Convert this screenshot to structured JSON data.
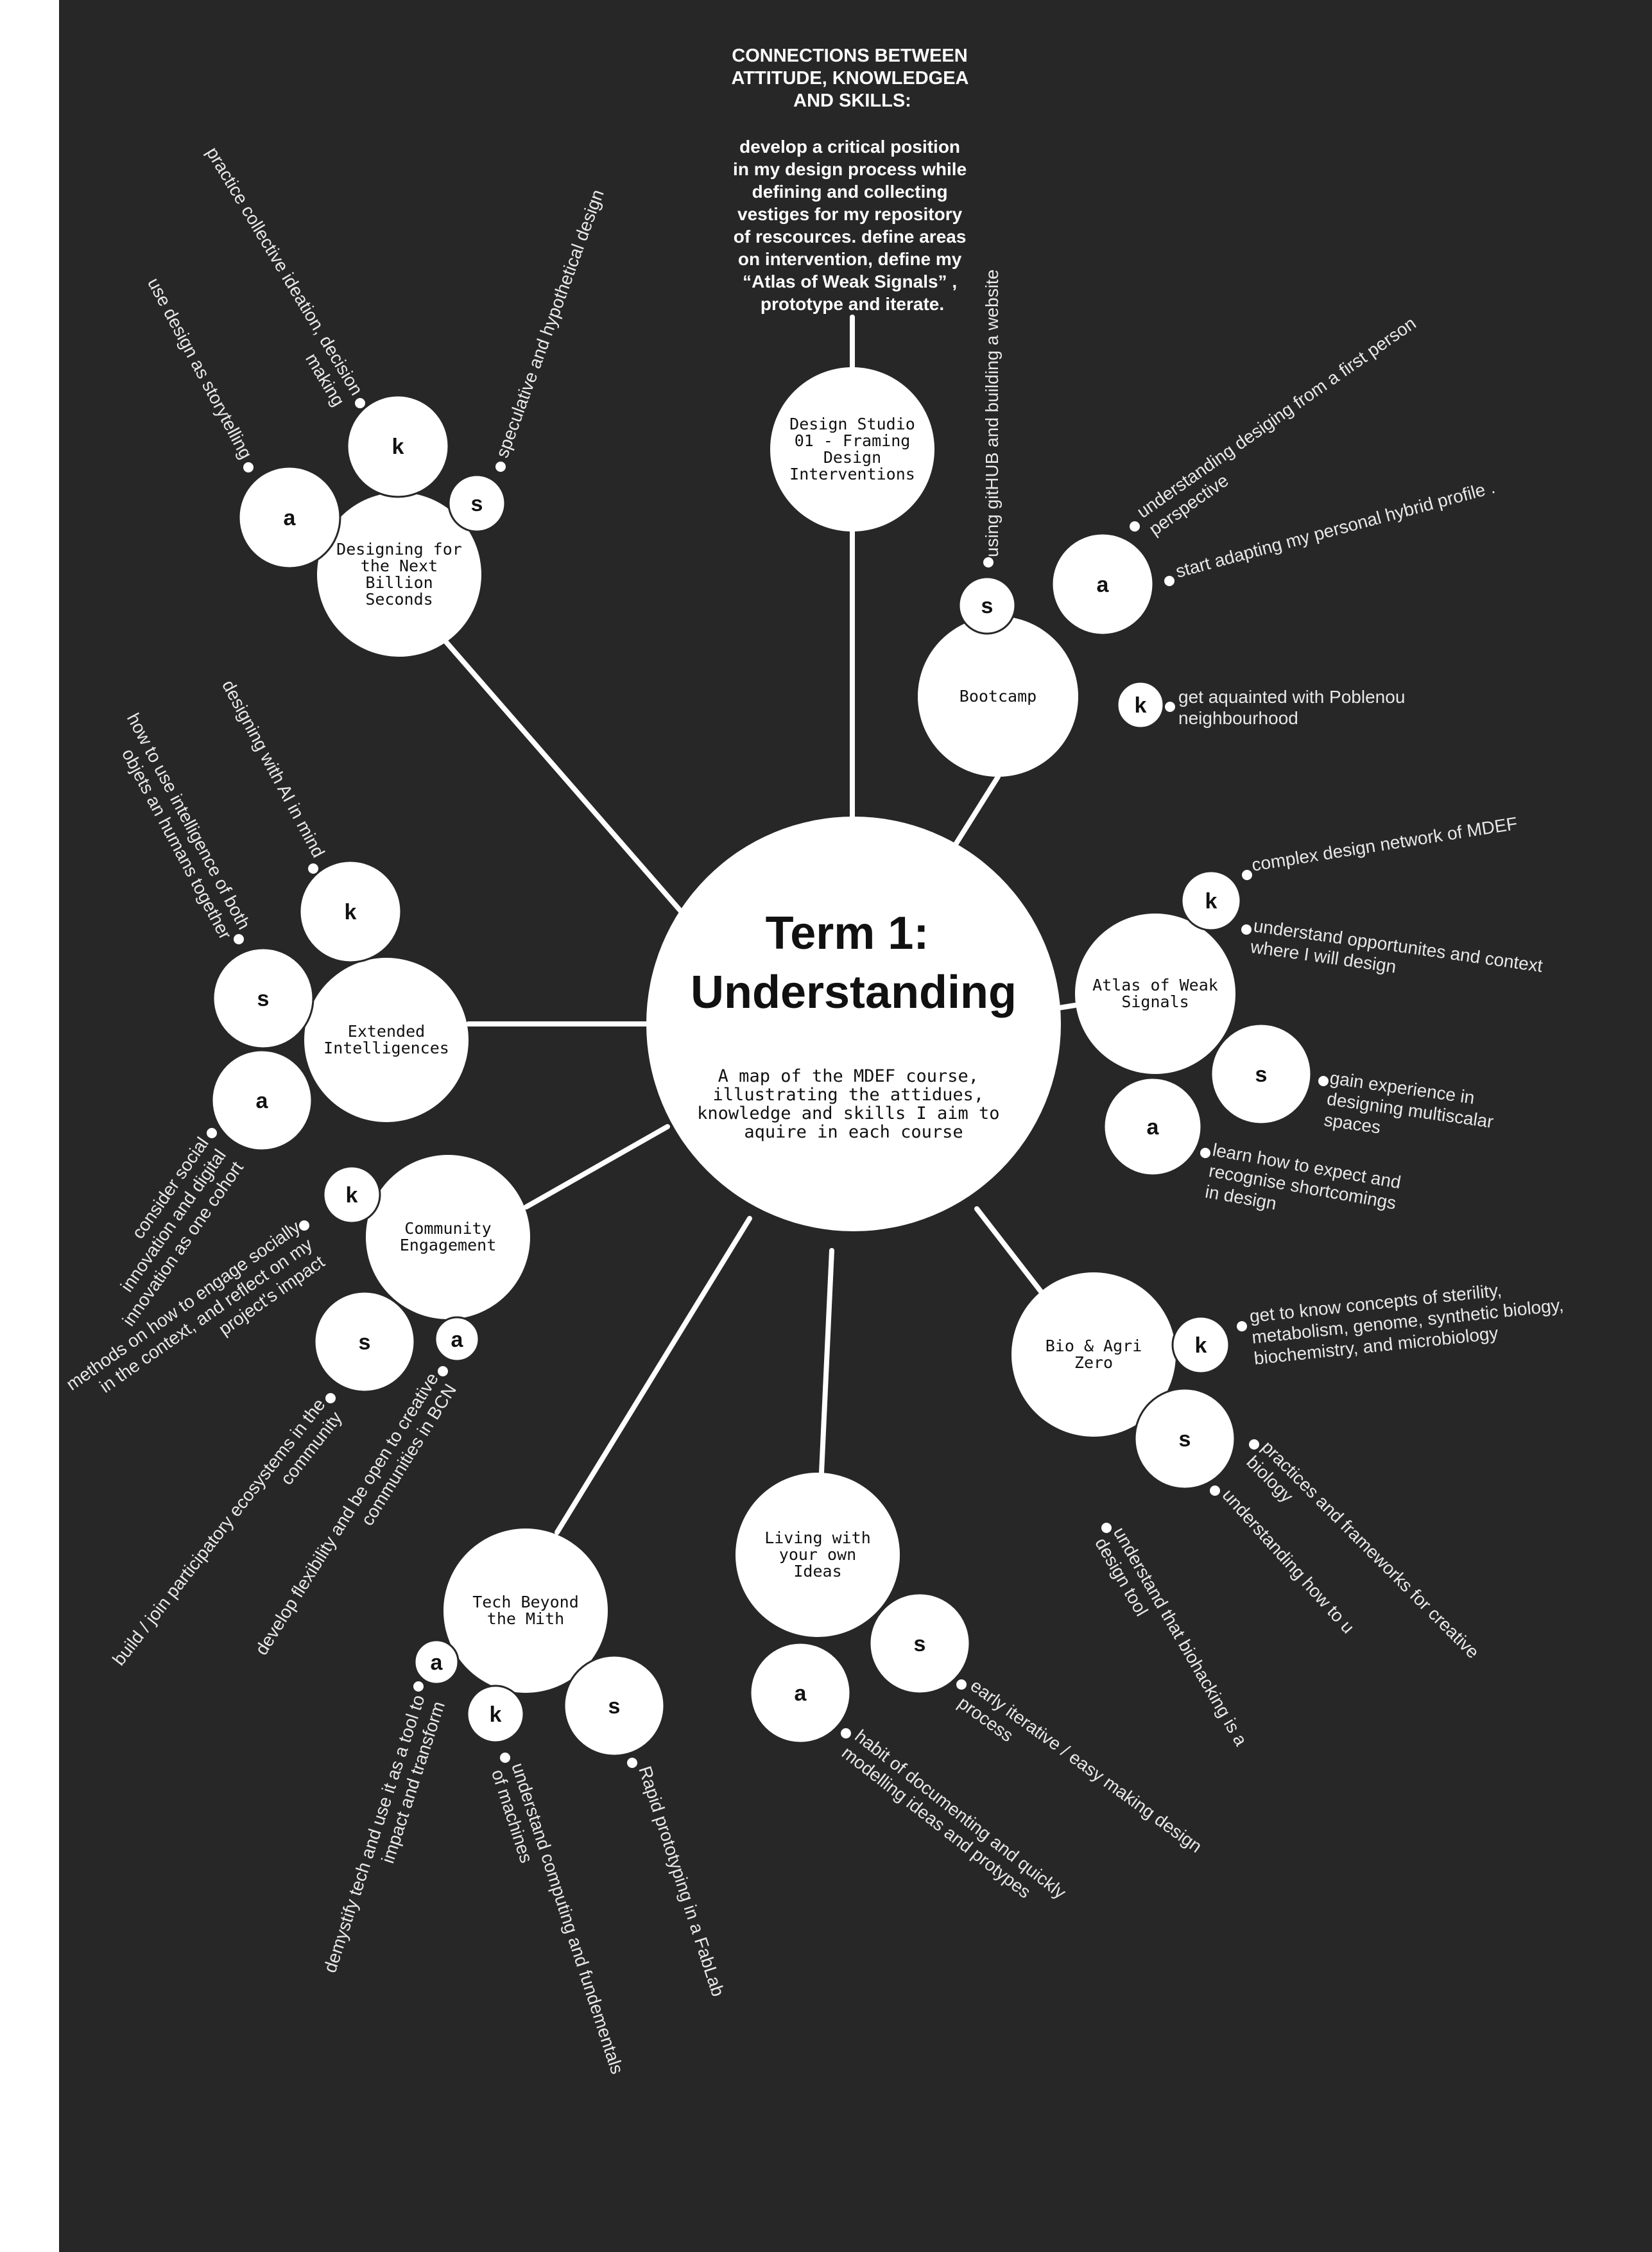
{
  "heading": {
    "title_lines": [
      "CONNECTIONS BETWEEN",
      "ATTITUDE, KNOWLEDGEA",
      "AND SKILLS:"
    ],
    "body_lines": [
      "develop a critical position",
      "in my design process while",
      "defining and collecting",
      "vestiges for my repository",
      "of rescources. define areas",
      "on intervention, define my",
      "“Atlas of Weak Signals” ,",
      "prototype and iterate."
    ]
  },
  "center": {
    "title_lines": [
      "Term 1:",
      "Understanding"
    ],
    "subtitle_lines": [
      "A map of the MDEF course,",
      "illustrating the attidues,",
      "knowledge and skills I aim to",
      "aquire in each course"
    ]
  },
  "courses": [
    {
      "id": "design-studio",
      "label_lines": [
        "Design Studio",
        "01 - Framing",
        "Design",
        "Interventions"
      ],
      "bubbles": [],
      "annotations": []
    },
    {
      "id": "bootcamp",
      "label_lines": [
        "Bootcamp"
      ],
      "bubbles": [
        {
          "letter": "s"
        },
        {
          "letter": "a"
        },
        {
          "letter": "k"
        }
      ],
      "annotations": [
        {
          "lines": [
            "using gitHUB and building a website"
          ]
        },
        {
          "lines": [
            "understanding desiging from a first person",
            "perspective"
          ]
        },
        {
          "lines": [
            "start adapting my personal hybrid profile ."
          ]
        },
        {
          "lines": [
            "get aquainted with Poblenou",
            "neighbourhood"
          ]
        }
      ]
    },
    {
      "id": "atlas",
      "label_lines": [
        "Atlas of Weak",
        "Signals"
      ],
      "bubbles": [
        {
          "letter": "k"
        },
        {
          "letter": "s"
        },
        {
          "letter": "a"
        }
      ],
      "annotations": [
        {
          "lines": [
            "complex design network of MDEF"
          ]
        },
        {
          "lines": [
            "understand opportunites and context",
            "where I will design"
          ]
        },
        {
          "lines": [
            "gain experience in",
            "designing multiscalar",
            "spaces"
          ]
        },
        {
          "lines": [
            "learn how to expect and",
            "recognise shortcomings",
            "in design"
          ]
        }
      ]
    },
    {
      "id": "bio-agri",
      "label_lines": [
        "Bio & Agri",
        "Zero"
      ],
      "bubbles": [
        {
          "letter": "k"
        },
        {
          "letter": "s"
        }
      ],
      "annotations": [
        {
          "lines": [
            "get to know concepts of sterility,",
            "metabolism, genome, synthetic biology,",
            "biochemistry, and microbiology"
          ]
        },
        {
          "lines": [
            "practices and frameworks for creative",
            "biology"
          ]
        },
        {
          "lines": [
            "understanding how to u"
          ]
        },
        {
          "lines": [
            "understand that biohacking is a",
            "design tool"
          ]
        }
      ]
    },
    {
      "id": "living",
      "label_lines": [
        "Living with",
        "your own",
        "Ideas"
      ],
      "bubbles": [
        {
          "letter": "s"
        },
        {
          "letter": "a"
        }
      ],
      "annotations": [
        {
          "lines": [
            "early iterative / easy making  design",
            "process"
          ]
        },
        {
          "lines": [
            "habit of documenting and quickly",
            "modelling ideas and protypes"
          ]
        }
      ]
    },
    {
      "id": "tech",
      "label_lines": [
        "Tech Beyond",
        "the Mith"
      ],
      "bubbles": [
        {
          "letter": "a"
        },
        {
          "letter": "k"
        },
        {
          "letter": "s"
        }
      ],
      "annotations": [
        {
          "lines": [
            "demystify tech and use it as a tool to",
            "impact and transform"
          ]
        },
        {
          "lines": [
            "understand computing and fundementals",
            "of machines"
          ]
        },
        {
          "lines": [
            "Rapid prototyping in a FabLab"
          ]
        }
      ]
    },
    {
      "id": "community",
      "label_lines": [
        "Community",
        "Engagement"
      ],
      "bubbles": [
        {
          "letter": "k"
        },
        {
          "letter": "s"
        },
        {
          "letter": "a"
        }
      ],
      "annotations": [
        {
          "lines": [
            "methods on how to engage socially",
            "in the context, and reflect on my",
            "project's impact"
          ]
        },
        {
          "lines": [
            "build / join participatory ecosystems in the",
            "community"
          ]
        },
        {
          "lines": [
            "develop flexibility and be open to creative",
            "communities in BCN"
          ]
        }
      ]
    },
    {
      "id": "extended",
      "label_lines": [
        "Extended",
        "Intelligences"
      ],
      "bubbles": [
        {
          "letter": "k"
        },
        {
          "letter": "s"
        },
        {
          "letter": "a"
        }
      ],
      "annotations": [
        {
          "lines": [
            "designing with AI in mind"
          ]
        },
        {
          "lines": [
            "how to use intelligence of both",
            "objets an humans together"
          ]
        },
        {
          "lines": [
            "consider social",
            "innovation and digital",
            "innovation as one cohort"
          ]
        }
      ]
    },
    {
      "id": "billion",
      "label_lines": [
        "Designing for",
        "the Next",
        "Billion",
        "Seconds"
      ],
      "bubbles": [
        {
          "letter": "k"
        },
        {
          "letter": "a"
        },
        {
          "letter": "s"
        }
      ],
      "annotations": [
        {
          "lines": [
            "practice collective ideation, decision",
            "making"
          ]
        },
        {
          "lines": [
            "use design as storytelling"
          ]
        },
        {
          "lines": [
            "speculative and hypothetical design"
          ]
        }
      ]
    }
  ],
  "colors": {
    "background": "#272727",
    "page_margin": "#ffffff",
    "node_fill": "#ffffff",
    "node_text": "#111111",
    "annotation_text": "#e8e8e8"
  }
}
